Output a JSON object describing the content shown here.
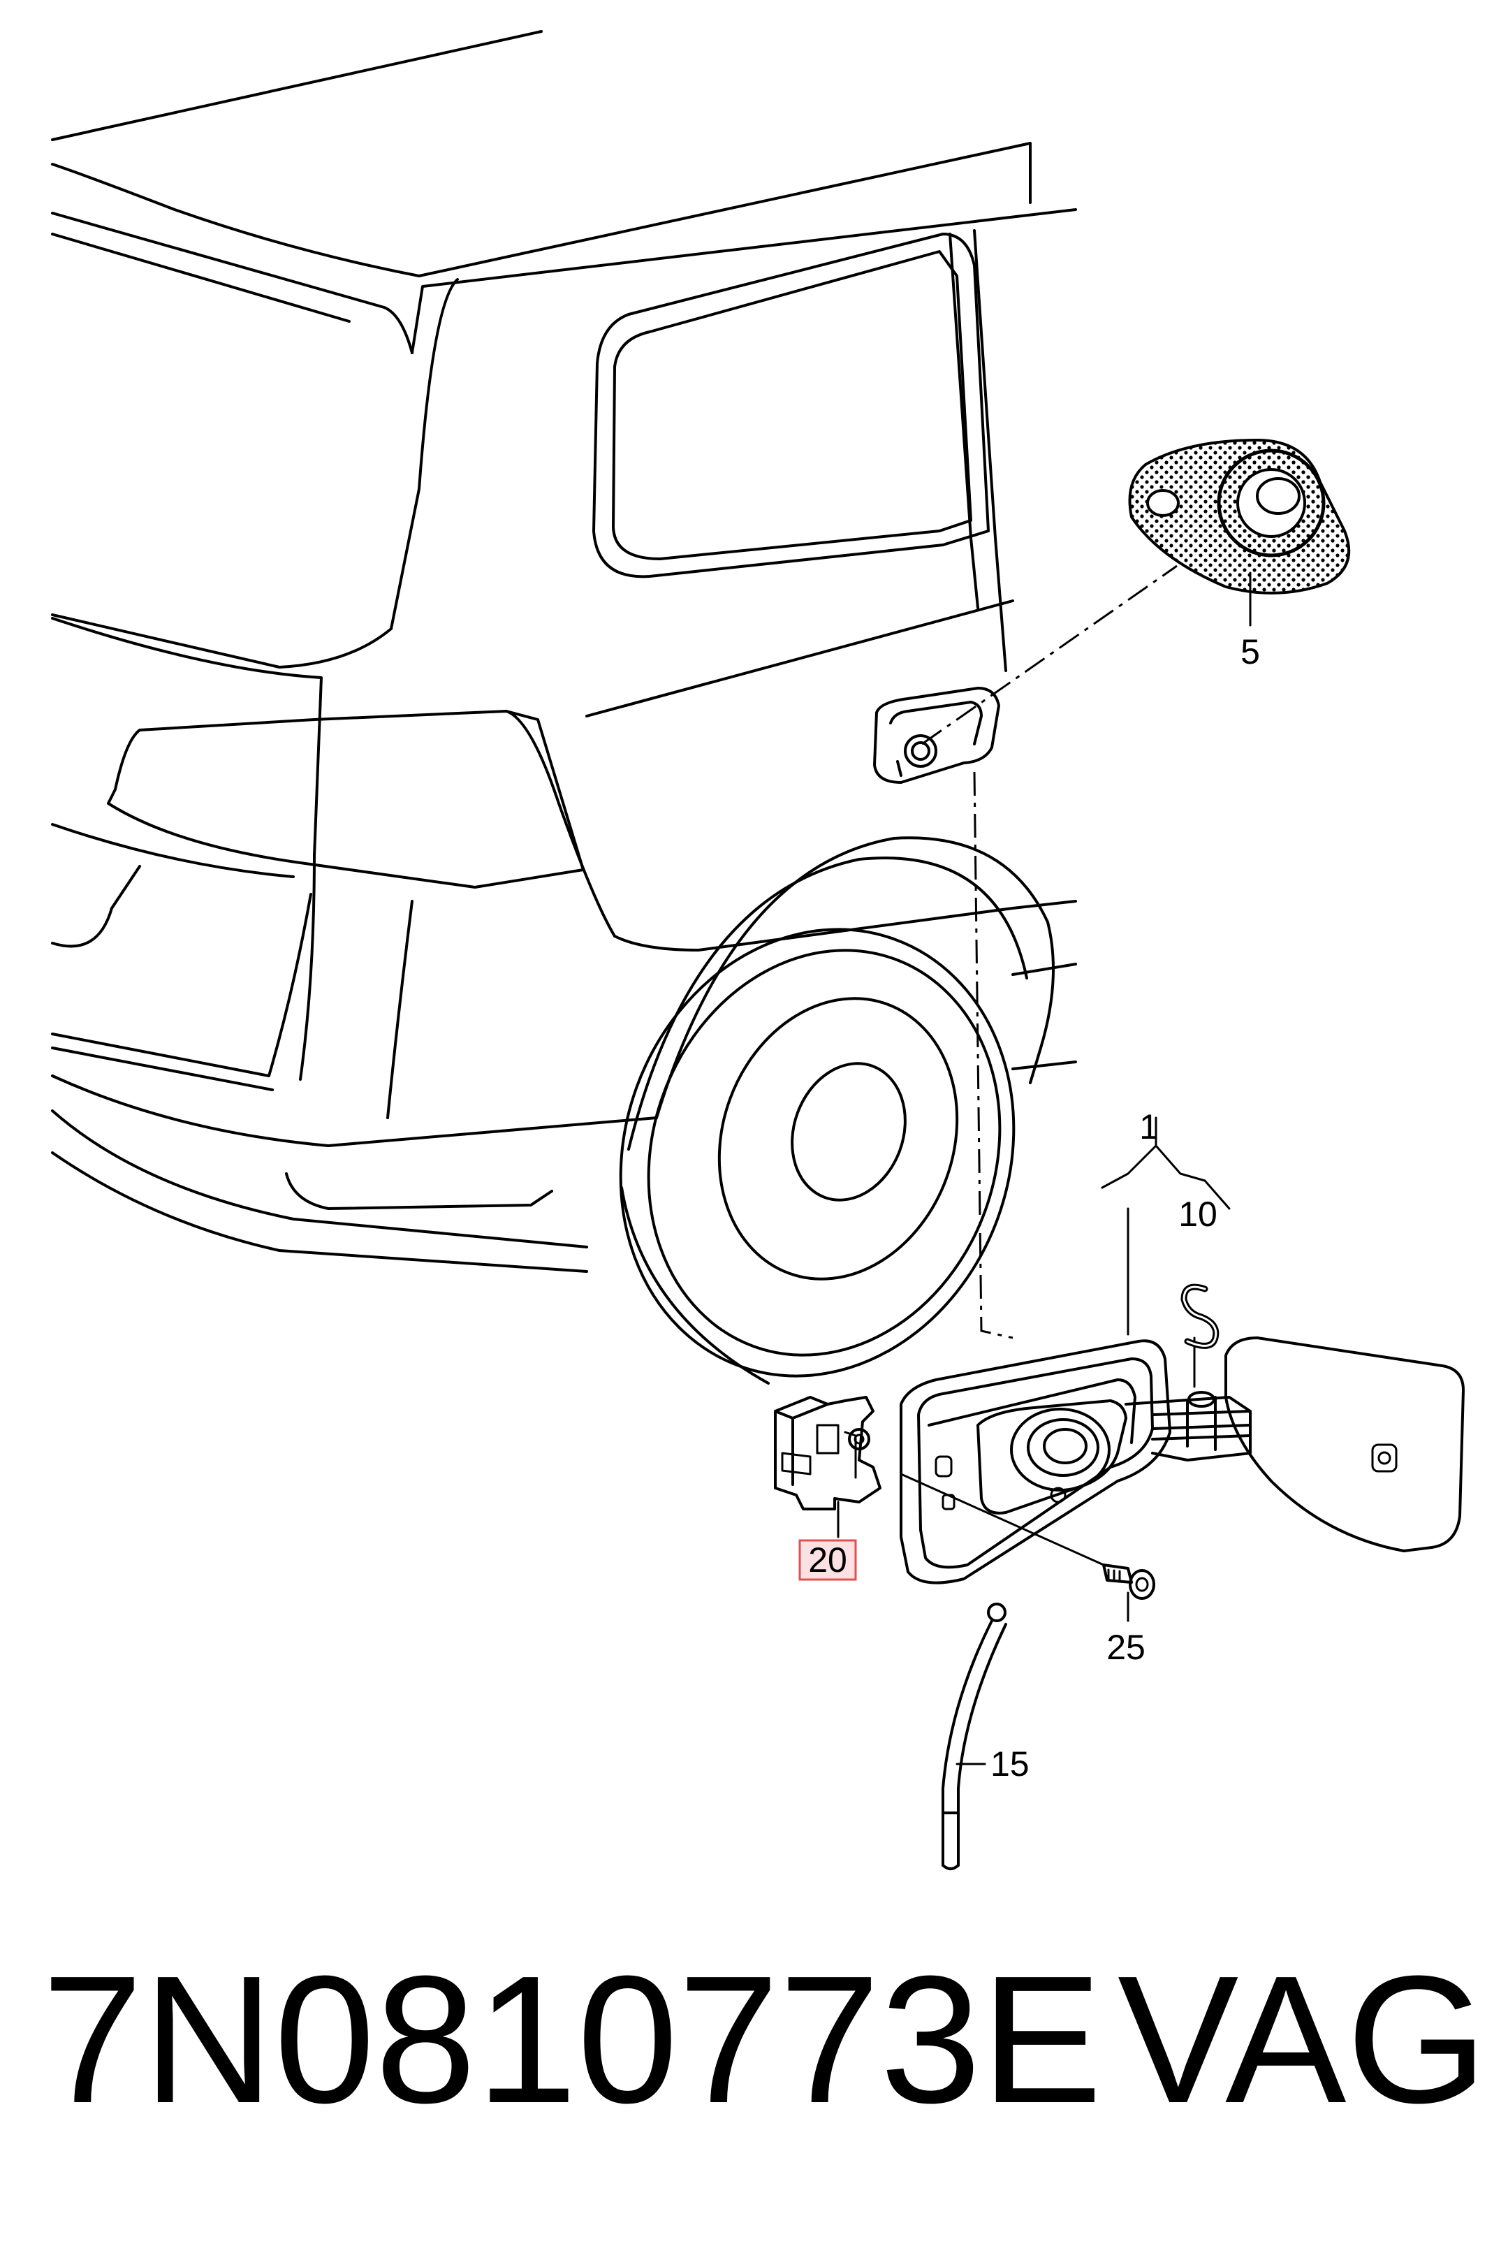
{
  "callouts": [
    {
      "id": "1",
      "label": "1"
    },
    {
      "id": "5",
      "label": "5"
    },
    {
      "id": "10",
      "label": "10"
    },
    {
      "id": "15",
      "label": "15"
    },
    {
      "id": "20",
      "label": "20",
      "highlighted": true
    },
    {
      "id": "25",
      "label": "25"
    }
  ],
  "highlight_color": "#e05050",
  "highlight_fill": "#fbe1e1",
  "footer": {
    "part_number": "7N0810773E",
    "brand": "VAG"
  }
}
